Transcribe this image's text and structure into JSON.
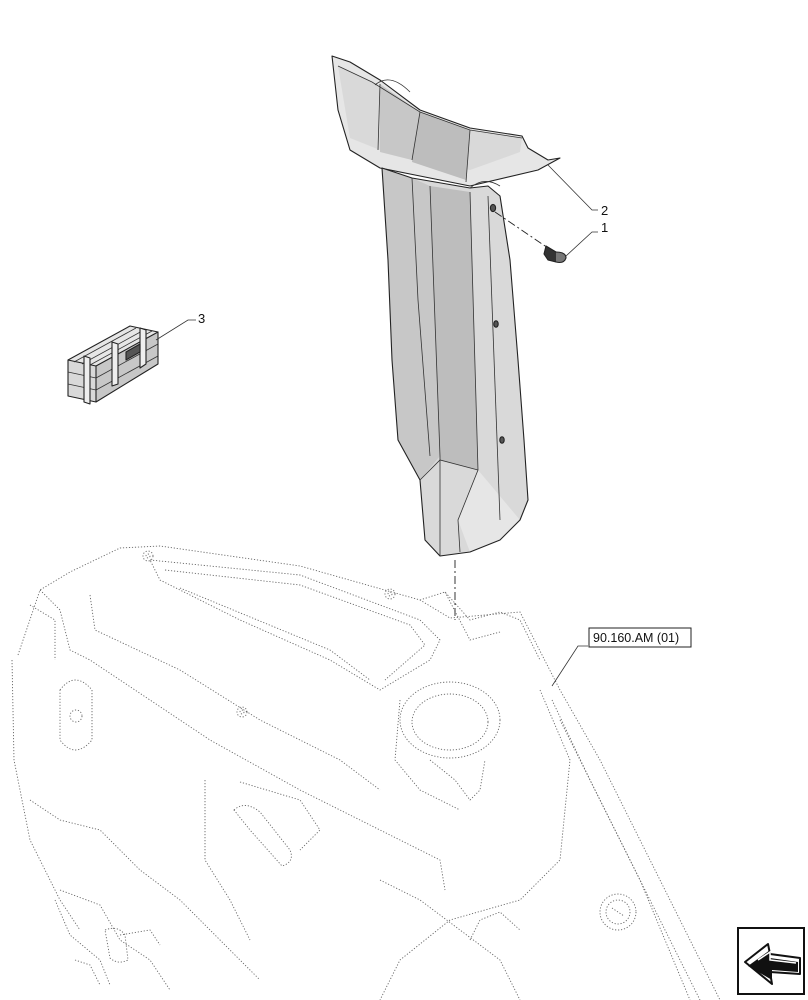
{
  "callouts": {
    "item1": "1",
    "item2": "2",
    "item3": "3"
  },
  "reference": {
    "label": "90.160.AM (01)"
  },
  "nav_icon": {
    "name": "previous-page-arrow-icon"
  }
}
